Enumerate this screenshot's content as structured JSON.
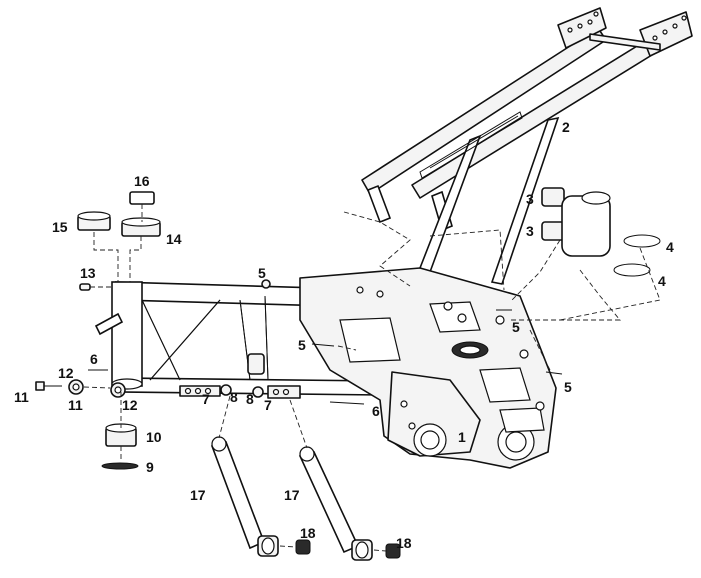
{
  "callouts": {
    "c1": "1",
    "c2": "2",
    "c3a": "3",
    "c3b": "3",
    "c4a": "4",
    "c4b": "4",
    "c5a": "5",
    "c5b": "5",
    "c5c": "5",
    "c5d": "5",
    "c6a": "6",
    "c6b": "6",
    "c7a": "7",
    "c7b": "7",
    "c8a": "8",
    "c8b": "8",
    "c9": "9",
    "c10": "10",
    "c11a": "11",
    "c11b": "11",
    "c12a": "12",
    "c12b": "12",
    "c13": "13",
    "c14": "14",
    "c15": "15",
    "c16": "16",
    "c17a": "17",
    "c17b": "17",
    "c18a": "18",
    "c18b": "18"
  },
  "colors": {
    "line": "#111111",
    "background": "#ffffff"
  }
}
